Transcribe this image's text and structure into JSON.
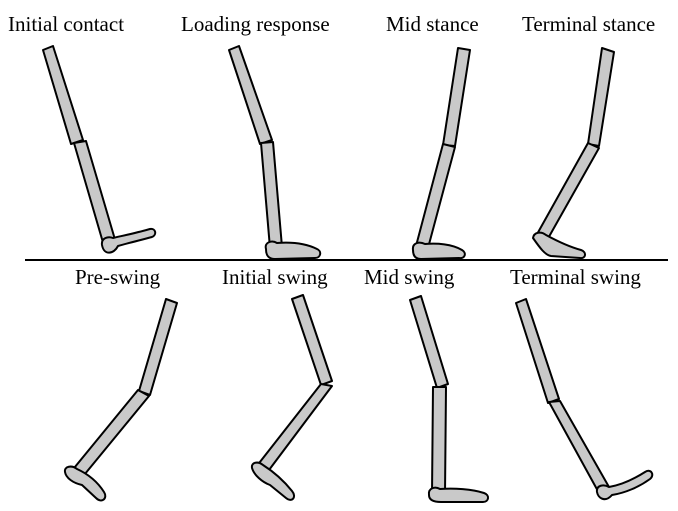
{
  "colors": {
    "limb_fill": "#c9c9c9",
    "outline": "#000000",
    "background": "#ffffff"
  },
  "phases": {
    "stance": [
      "Initial contact",
      "Loading response",
      "Mid stance",
      "Terminal stance"
    ],
    "swing": [
      "Pre-swing",
      "Initial swing",
      "Mid swing",
      "Terminal swing"
    ]
  }
}
